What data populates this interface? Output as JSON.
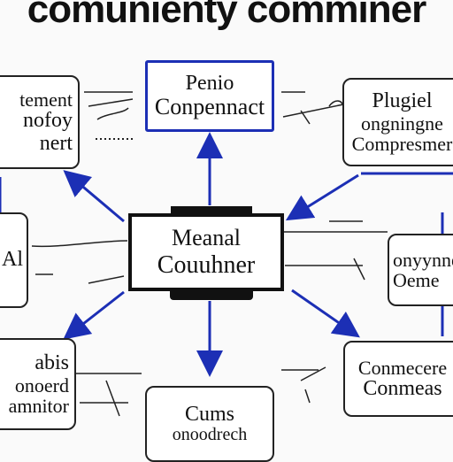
{
  "title": "comunienty comminer",
  "nodes": {
    "top_center": [
      "Penio",
      "Conpennact"
    ],
    "top_left": [
      "tement",
      "nofoy",
      "nert"
    ],
    "top_right": [
      "Plugiel",
      "ongningne",
      "Compresmer"
    ],
    "center": [
      "Meanal",
      "Couuhner"
    ],
    "mid_left": [
      "Al"
    ],
    "mid_right": [
      "onyynne",
      "Oeme"
    ],
    "bottom_left": [
      "abis",
      "onoerd",
      "amnitor"
    ],
    "bottom_center": [
      "Cums",
      "onoodrech"
    ],
    "bottom_right": [
      "Conmecere",
      "Conmeas"
    ]
  },
  "colors": {
    "accent": "#1c2fb5",
    "stroke": "#222222"
  }
}
